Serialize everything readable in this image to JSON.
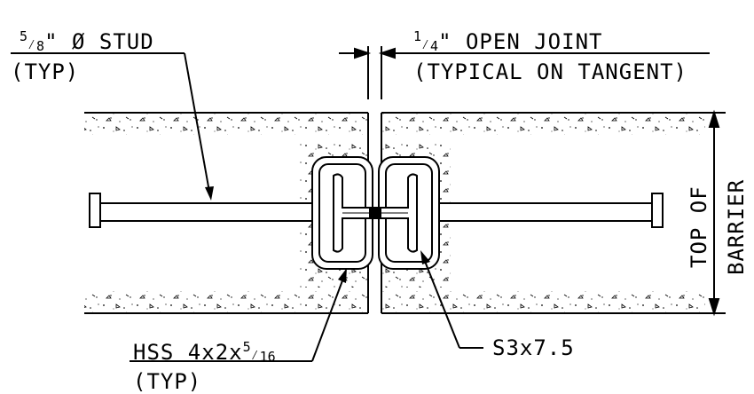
{
  "labels": {
    "stud_size": "5/8\" Ø STUD",
    "stud_size_parts": {
      "num": "5",
      "den": "8",
      "rest": "\" Ø STUD"
    },
    "stud_typ": "(TYP)",
    "joint": "1/4\" OPEN JOINT",
    "joint_parts": {
      "num": "1",
      "den": "4",
      "rest": "\" OPEN JOINT"
    },
    "joint_note": "(TYPICAL ON TANGENT)",
    "hss": "HSS 4x2x5/16",
    "hss_parts": {
      "prefix": "HSS 4x2x",
      "num": "5",
      "den": "16"
    },
    "hss_typ": "(TYP)",
    "s_beam": "S3x7.5",
    "top_of": "TOP OF",
    "barrier": "BARRIER"
  }
}
